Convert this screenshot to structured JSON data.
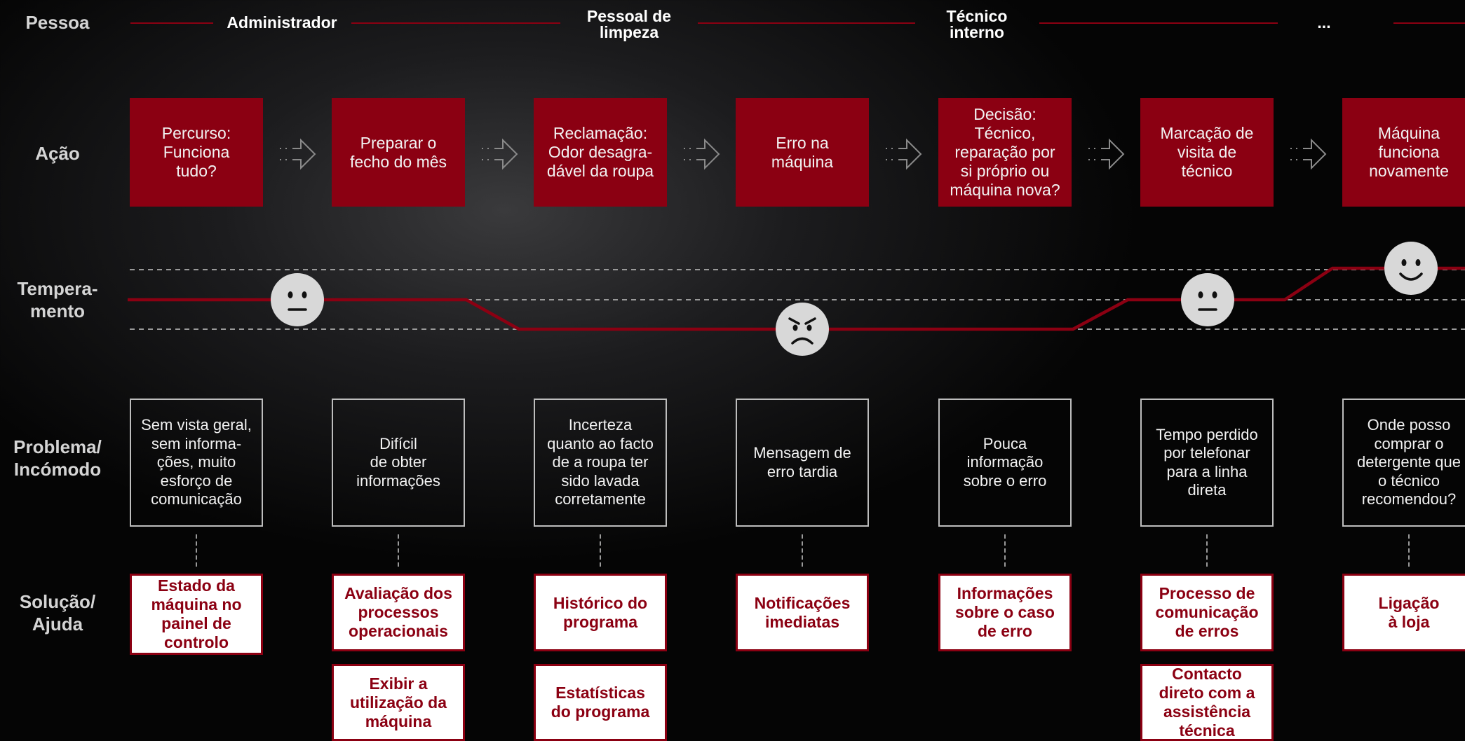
{
  "row_labels": {
    "pessoa": "Pessoa",
    "acao": "Ação",
    "temperamento": "Tempera-\nmento",
    "problema": "Problema/\nIncómodo",
    "solucao": "Solução/\nAjuda"
  },
  "personas": [
    "Administrador",
    "Pessoal de\nlimpeza",
    "Técnico\ninterno",
    "..."
  ],
  "actions": [
    "Percurso:\nFunciona\ntudo?",
    "Preparar o\nfecho do mês",
    "Reclamação:\nOdor desagra-\ndável da roupa",
    "Erro na\nmáquina",
    "Decisão:\nTécnico,\nreparação por\nsi próprio ou\nmáquina nova?",
    "Marcação de\nvisita de\ntécnico",
    "Máquina\nfunciona\nnovamente"
  ],
  "moods": [
    "neutral-face-icon",
    "angry-face-icon",
    "neutral-face-icon",
    "happy-face-icon"
  ],
  "problems": [
    "Sem vista geral,\nsem informa-\nções, muito\nesforço de\ncomunicação",
    "Difícil\nde obter\ninformações",
    "Incerteza\nquanto ao facto\nde a roupa ter\nsido lavada\ncorretamente",
    "Mensagem de\nerro tardia",
    "Pouca\ninformação\nsobre o erro",
    "Tempo perdido\npor telefonar\npara a linha\ndireta",
    "Onde posso\ncomprar o\ndetergente que\no técnico\nrecomendou?"
  ],
  "solutions_row1": [
    "Estado da\nmáquina no\npainel de\ncontrolo",
    "Avaliação dos\nprocessos\noperacionais",
    "Histórico do\nprograma",
    "Notificações\nimediatas",
    "Informações\nsobre o caso\nde erro",
    "Processo de\ncomunicação\nde erros",
    "Ligação\nà loja"
  ],
  "solutions_row2": [
    "Exibir a\nutilização da\nmáquina",
    "Estatísticas\ndo programa",
    "Contacto\ndireto com a\nassistência\ntécnica"
  ],
  "colors": {
    "accent": "#8b0012",
    "face": "#d8d8d8",
    "dashed_line": "#9a9a9a"
  }
}
